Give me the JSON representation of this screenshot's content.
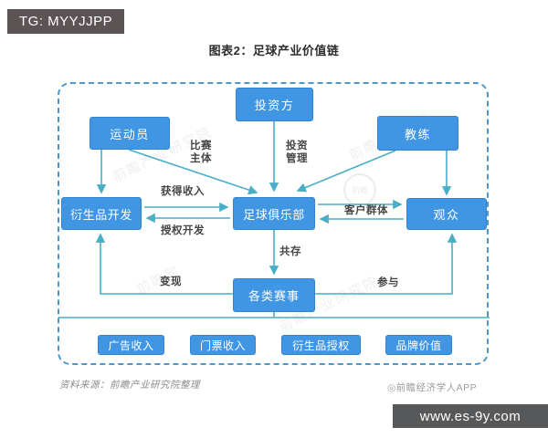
{
  "banner": {
    "text": "TG: MYYJJPP"
  },
  "title": "图表2：足球产业价值链",
  "diagram": {
    "nodes": {
      "investor": "投资方",
      "athlete": "运动员",
      "coach": "教练",
      "derivatives": "衍生品开发",
      "club": "足球俱乐部",
      "audience": "观众",
      "events": "各类赛事"
    },
    "edge_labels": {
      "match": [
        "比赛",
        "主体"
      ],
      "invest": [
        "投资",
        "管理"
      ],
      "income": "获得收入",
      "license_dev": "授权开发",
      "customers": "客户群体",
      "coexist": "共存",
      "monetize": "变现",
      "participate": "参与"
    },
    "edges": [
      {
        "from": "athlete",
        "to": "derivatives",
        "label": ""
      },
      {
        "from": "athlete",
        "to": "club",
        "label": "比赛主体"
      },
      {
        "from": "investor",
        "to": "club",
        "label": "投资管理"
      },
      {
        "from": "coach",
        "to": "club",
        "label": ""
      },
      {
        "from": "coach",
        "to": "audience",
        "label": ""
      },
      {
        "from": "derivatives",
        "to": "club",
        "label": "获得收入"
      },
      {
        "from": "club",
        "to": "derivatives",
        "label": "授权开发"
      },
      {
        "from": "club",
        "to": "audience",
        "label": "客户群体"
      },
      {
        "from": "audience",
        "to": "club",
        "label": "客户群体"
      },
      {
        "from": "club",
        "to": "events",
        "label": "共存"
      },
      {
        "from": "events",
        "to": "derivatives",
        "label": "变现"
      },
      {
        "from": "events",
        "to": "audience",
        "label": "参与"
      }
    ],
    "outputs": [
      "广告收入",
      "门票收入",
      "衍生品授权",
      "品牌价值"
    ]
  },
  "footer": {
    "source": "资料来源：前瞻产业研究院整理",
    "credit": "◎前瞻经济学人APP",
    "url": "www.es-9y.com"
  },
  "watermarks": [
    "前瞻产业研究院",
    "前瞻经济学人",
    "前瞻网",
    "前瞻产业研究院",
    "前瞻"
  ],
  "colors": {
    "node_blue": "#4196e3",
    "connector_teal": "#49aec6",
    "frame_dash_blue": "#4f97c8",
    "banner_bg": "#5c5354",
    "urlbar_bg": "#57585a"
  }
}
